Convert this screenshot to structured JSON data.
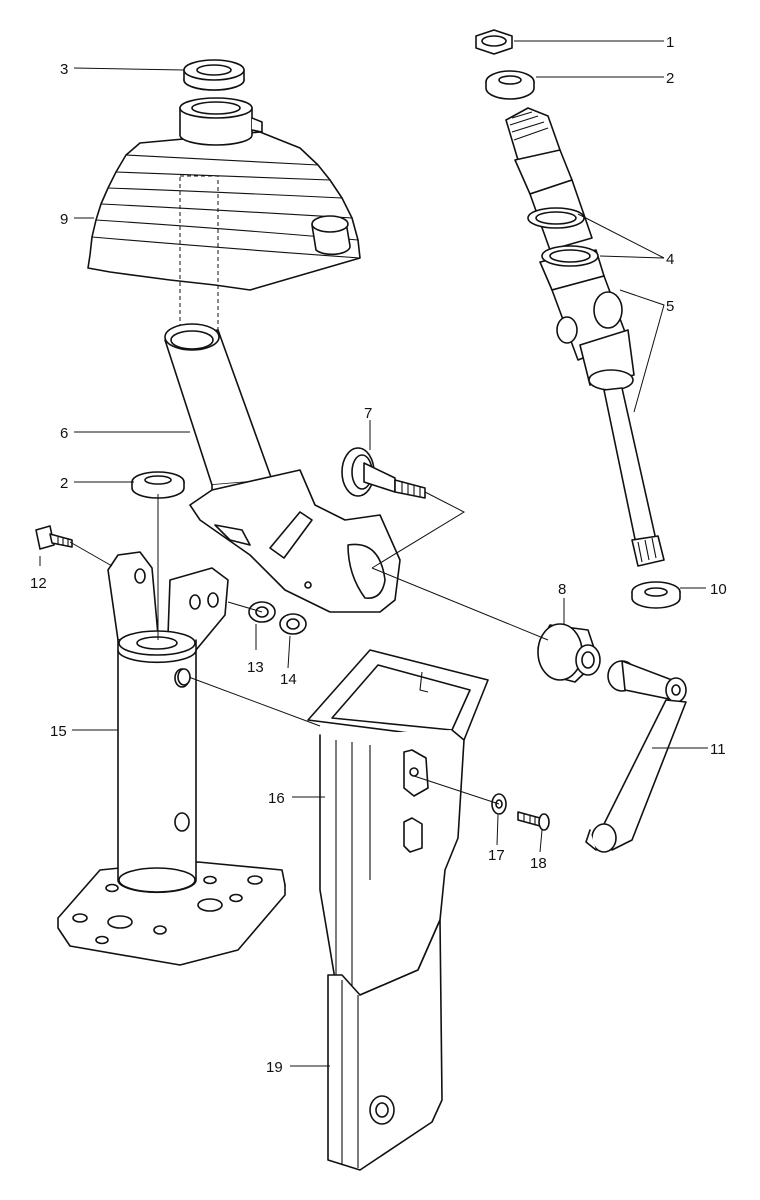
{
  "callouts": {
    "c1": "1",
    "c2a": "2",
    "c2b": "2",
    "c3": "3",
    "c4": "4",
    "c5": "5",
    "c6": "6",
    "c7": "7",
    "c8": "8",
    "c9": "9",
    "c10": "10",
    "c11": "11",
    "c12": "12",
    "c13": "13",
    "c14": "14",
    "c15": "15",
    "c16": "16",
    "c17": "17",
    "c18": "18",
    "c19": "19"
  },
  "colors": {
    "line": "#111111",
    "background": "#ffffff"
  }
}
